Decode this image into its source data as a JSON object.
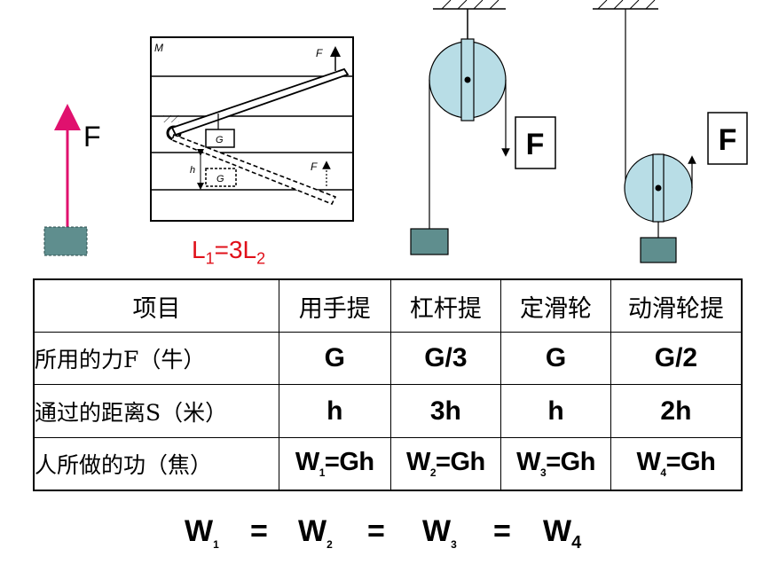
{
  "hand": {
    "force_label": "F"
  },
  "lever": {
    "corner_label": "M",
    "force_top": "F",
    "force_bottom": "F",
    "weight_top": "G",
    "weight_bottom": "G",
    "height_label": "h",
    "relation": {
      "l1": "L",
      "s1": "1",
      "mid": "=3L",
      "s2": "2"
    },
    "relation_color": "#e0101a"
  },
  "fixed_pulley": {
    "force_label": "F"
  },
  "movable_pulley": {
    "force_label": "F"
  },
  "table": {
    "headers": [
      "项目",
      "用手提",
      "杠杆提",
      "定滑轮",
      "动滑轮提"
    ],
    "rows": [
      {
        "label": "所用的力F（牛）",
        "values": [
          "G",
          "G/3",
          "G",
          "G/2"
        ]
      },
      {
        "label": "通过的距离S（米）",
        "values": [
          "h",
          "3h",
          "h",
          "2h"
        ]
      },
      {
        "label": "人所做的功（焦）",
        "values": [
          {
            "base": "W",
            "sub": "1",
            "rest": "=Gh"
          },
          {
            "base": "W",
            "sub": "2",
            "rest": "=Gh"
          },
          {
            "base": "W",
            "sub": "3",
            "rest": "=Gh"
          },
          {
            "base": "W",
            "sub": "4",
            "rest": "=Gh"
          }
        ]
      }
    ]
  },
  "equation": [
    {
      "base": "W",
      "sub": "1"
    },
    {
      "op": "="
    },
    {
      "base": "W",
      "sub": "2"
    },
    {
      "op": "="
    },
    {
      "base": "W",
      "sub": "3"
    },
    {
      "op": "="
    },
    {
      "base": "W",
      "sub": "4"
    }
  ],
  "colors": {
    "block_fill": "#5f8e8e",
    "pulley_fill": "#b8dde6",
    "arrow_pink": "#e0116e"
  }
}
